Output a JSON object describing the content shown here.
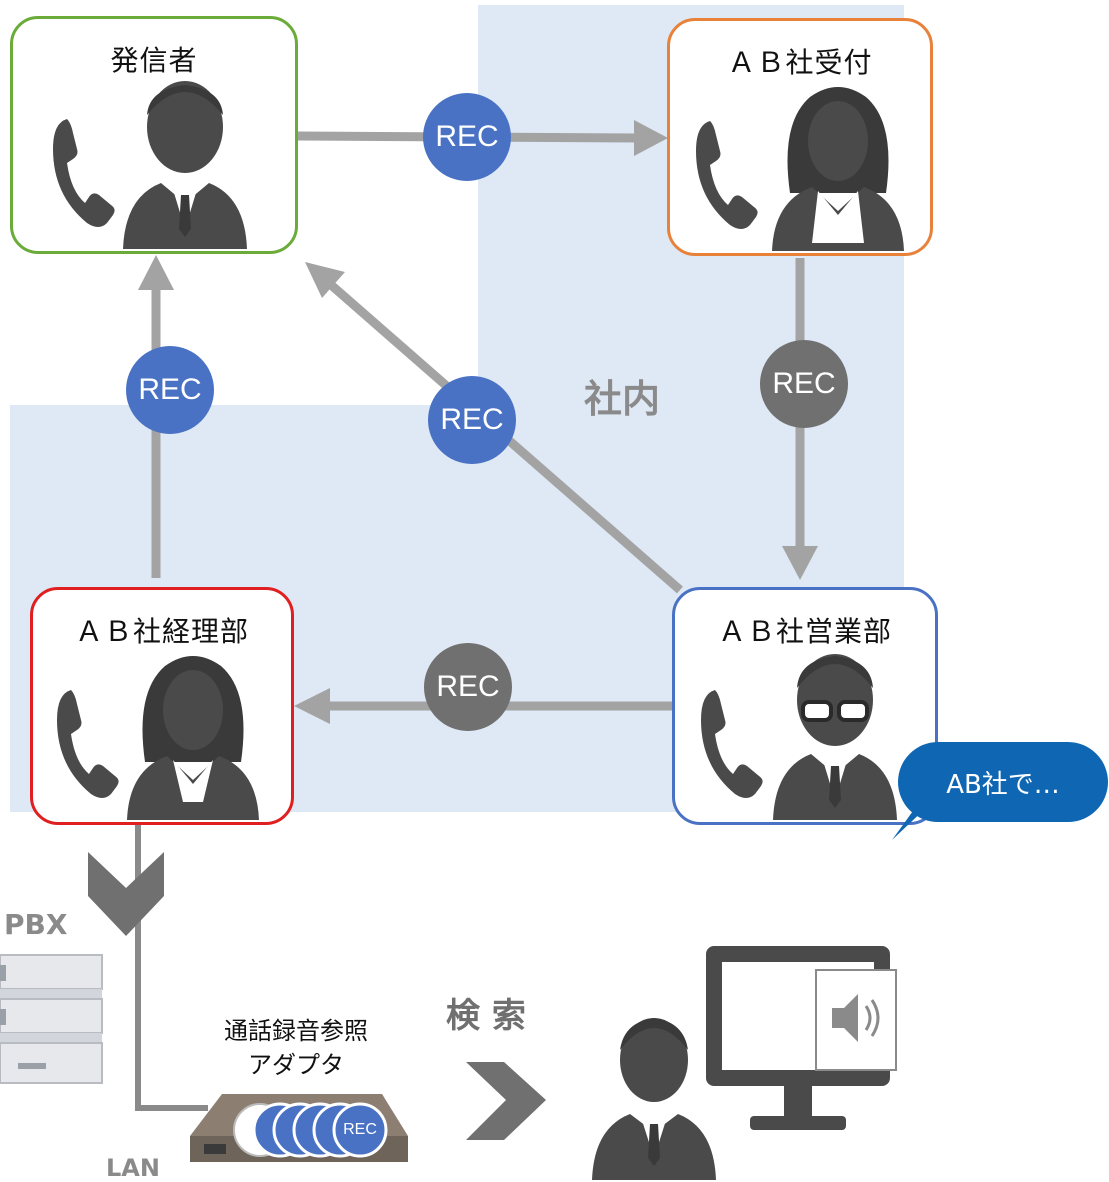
{
  "zone_label": "社内",
  "nodes": {
    "caller": {
      "title": "発信者",
      "color": "#6aab3a"
    },
    "reception": {
      "title": "ＡＢ社受付",
      "color": "#e8823a"
    },
    "sales": {
      "title": "ＡＢ社営業部",
      "color": "#4a72c4"
    },
    "accounting": {
      "title": "ＡＢ社経理部",
      "color": "#e02020"
    }
  },
  "rec_badges": [
    {
      "label": "REC",
      "color": "blue"
    },
    {
      "label": "REC",
      "color": "gray"
    },
    {
      "label": "REC",
      "color": "blue"
    },
    {
      "label": "REC",
      "color": "blue"
    },
    {
      "label": "REC",
      "color": "gray"
    }
  ],
  "bottom": {
    "pbx_label": "PBX",
    "lan_label": "LAN",
    "adapter_label_line1": "通話録音参照",
    "adapter_label_line2": "アダプタ",
    "adapter_rec_label": "REC",
    "search_label": "検 索",
    "speech_bubble": "AB社で…"
  },
  "icons": [
    "phone-icon",
    "businessman-icon",
    "businesswoman-icon",
    "glasses-man-icon",
    "server-icon",
    "adapter-icon",
    "monitor-icon",
    "speaker-icon",
    "chevron-down-icon",
    "chevron-right-icon"
  ]
}
